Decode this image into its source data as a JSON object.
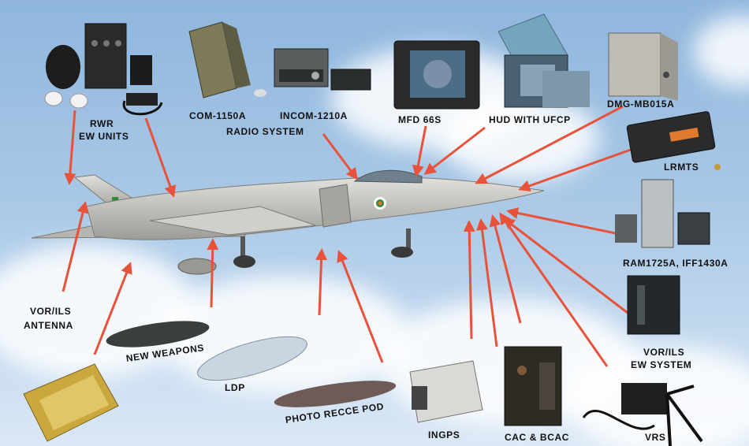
{
  "labels": {
    "rwr": "RWR",
    "ew_units": "EW UNITS",
    "com": "COM-1150A",
    "incom": "INCOM-1210A",
    "radio_system": "RADIO SYSTEM",
    "mfd": "MFD 66S",
    "hud": "HUD WITH UFCP",
    "dmg": "DMG-MB015A",
    "lrmts": "LRMTS",
    "ram_iff": "RAM1725A, IFF1430A",
    "vor_ils_ew_1": "VOR/ILS",
    "vor_ils_ew_2": "EW SYSTEM",
    "vor_ils_ant_1": "VOR/ILS",
    "vor_ils_ant_2": "ANTENNA",
    "new_weapons": "NEW WEAPONS",
    "ldp": "LDP",
    "photo_recce": "PHOTO RECCE POD",
    "ingps": "INGPS",
    "cac_bcac": "CAC & BCAC",
    "vrs": "VRS"
  },
  "colors": {
    "arrow": "#e8523a",
    "sky_top": "#8fb6dd",
    "aircraft": "#c9c7c2"
  }
}
